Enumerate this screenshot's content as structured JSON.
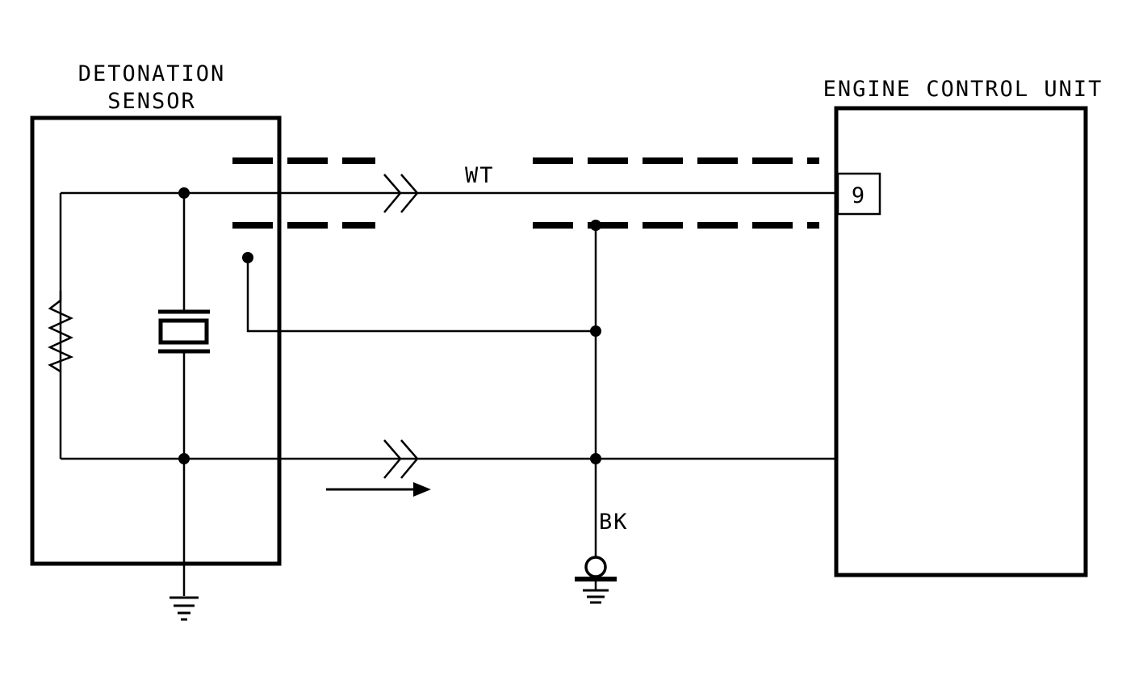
{
  "labels": {
    "sensor_line1": "DETONATION",
    "sensor_line2": "SENSOR",
    "ecu": "ENGINE CONTROL UNIT",
    "wire_signal": "WT",
    "wire_ground": "BK",
    "pin": "9"
  },
  "colors": {
    "ink": "#000000",
    "background": "#ffffff"
  }
}
